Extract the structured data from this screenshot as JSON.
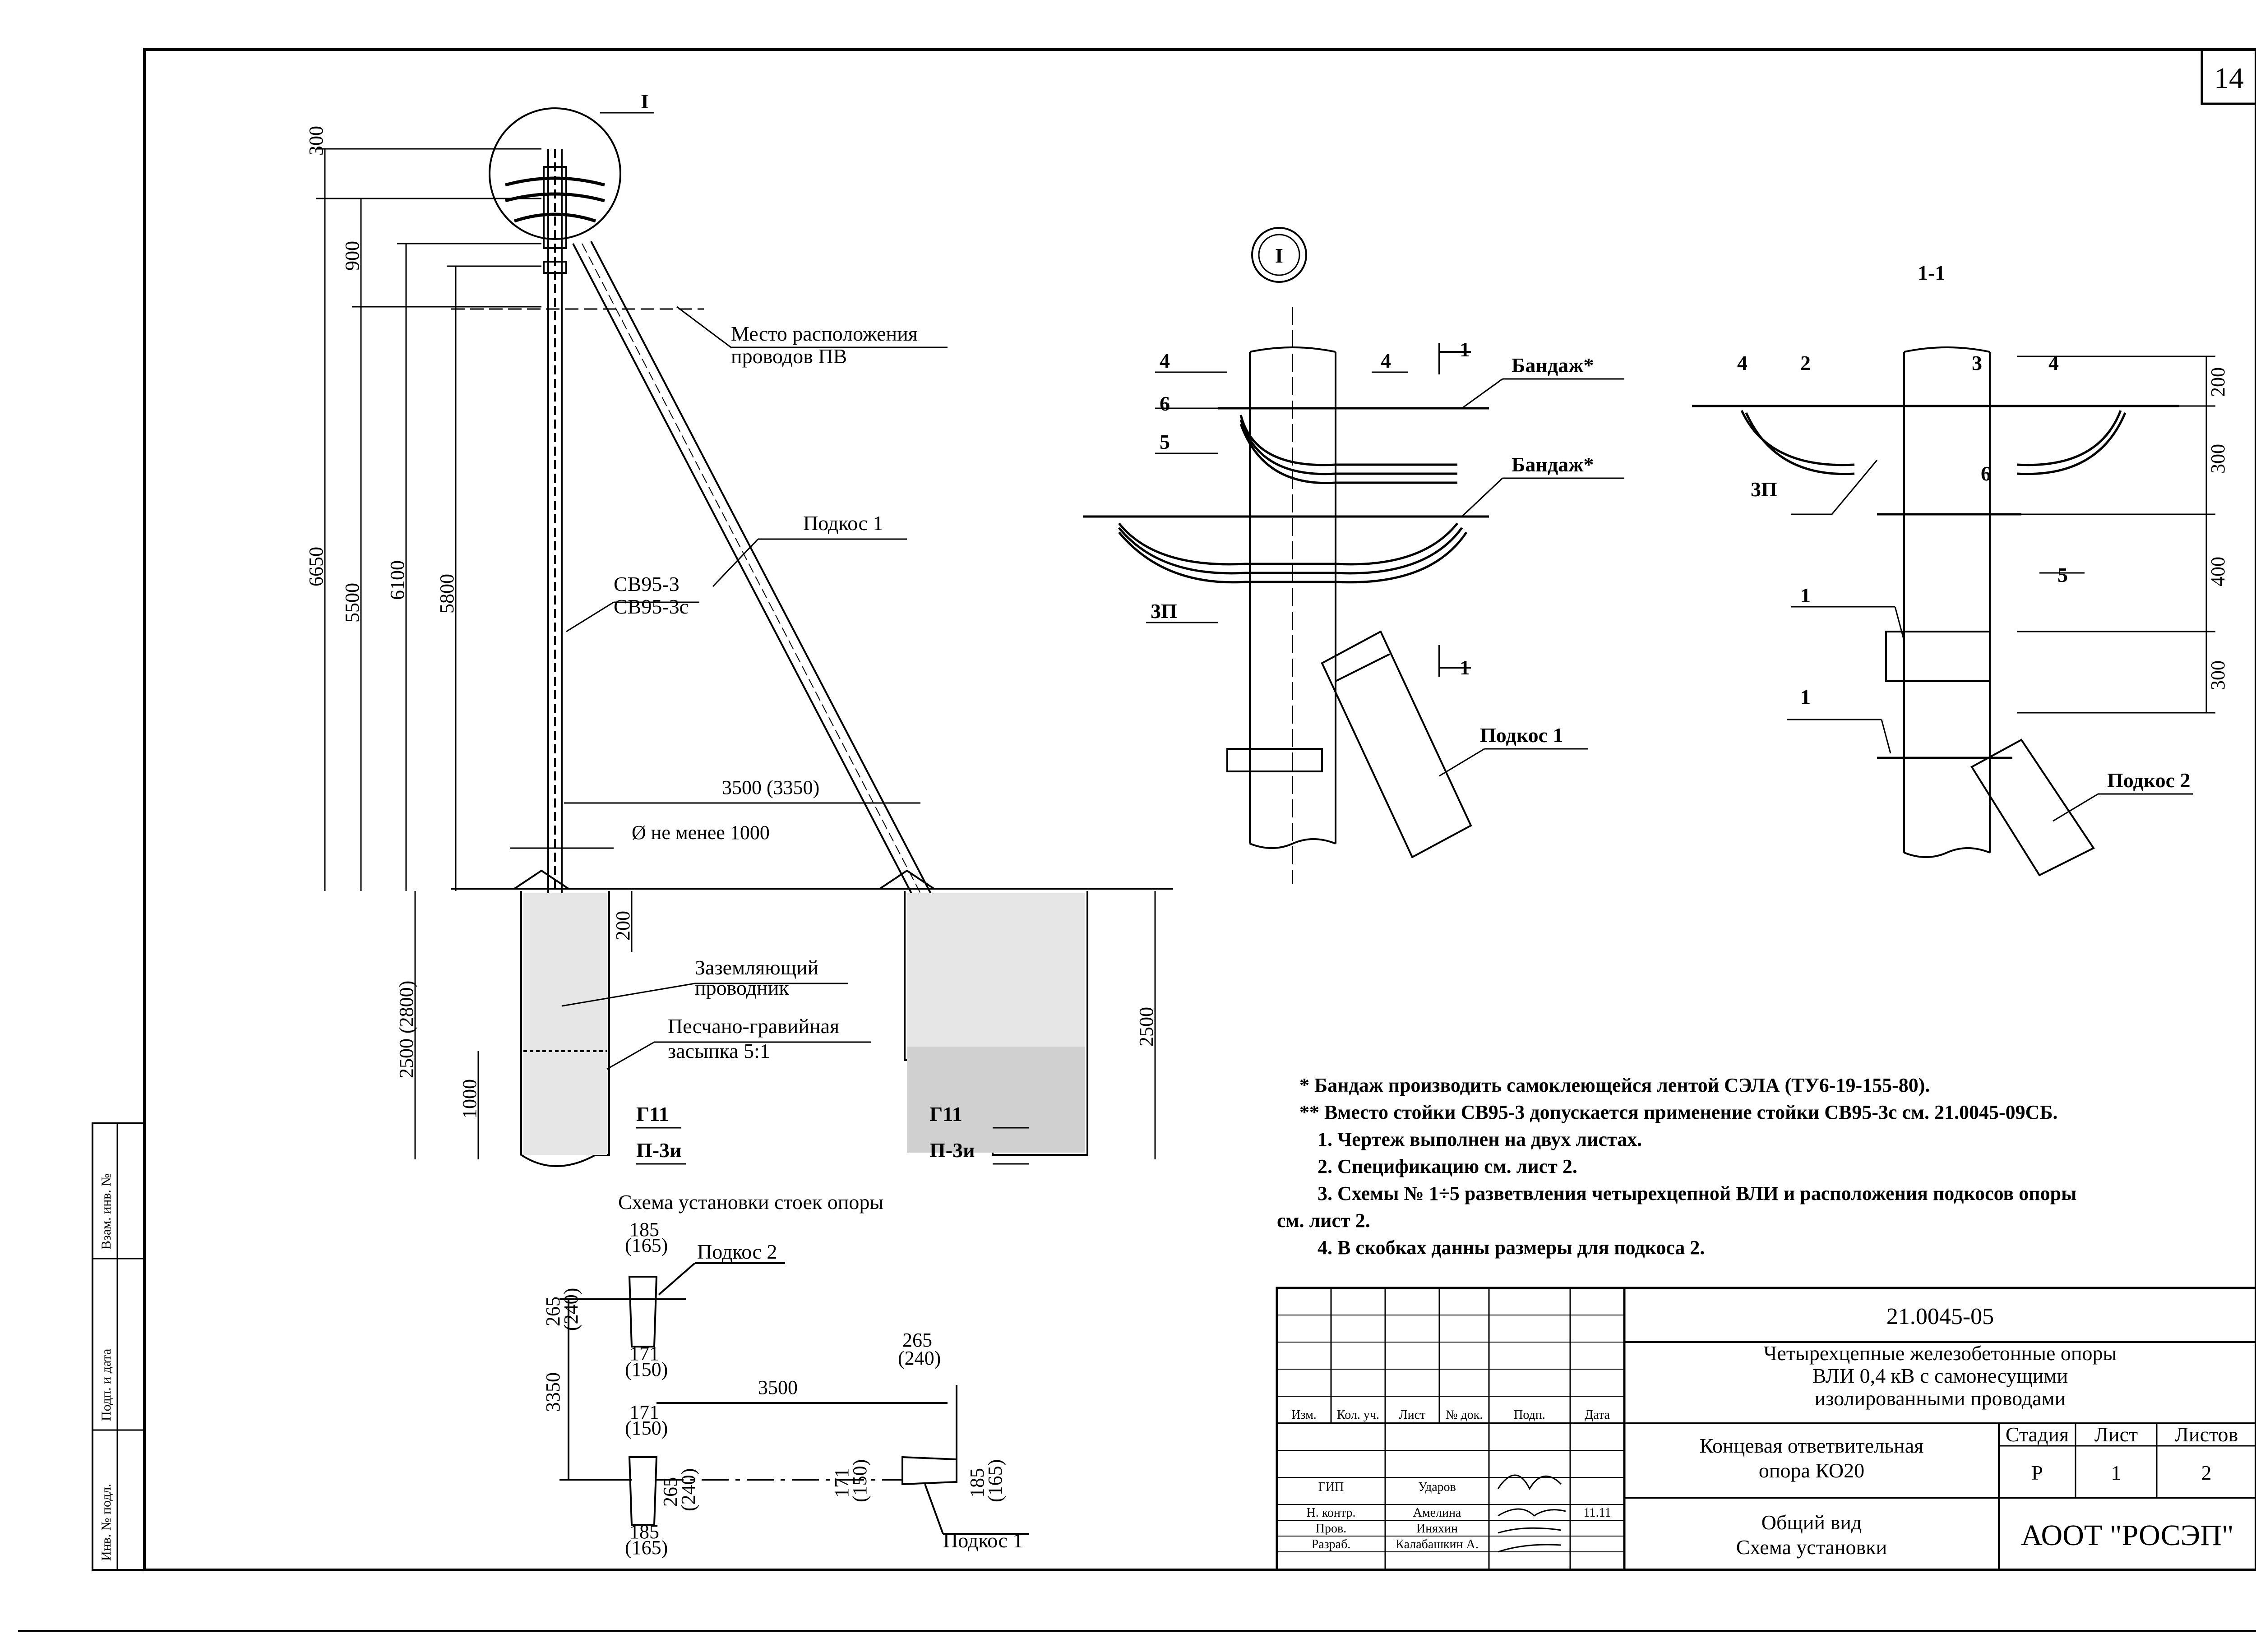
{
  "sheet_number": "14",
  "main_view": {
    "callout_circle": "I",
    "dims_vertical": [
      "300",
      "900",
      "6650",
      "5500",
      "6100",
      "5800",
      "200",
      "2500 (2800)",
      "1000",
      "2500"
    ],
    "dims_horizontal": [
      "3500 (3350)",
      "Ø не менее 1000"
    ],
    "labels": {
      "wires": [
        "Место расположения",
        "проводов ПВ"
      ],
      "strut": "Подкос 1",
      "post_a": "СВ95-3",
      "post_b": "СВ95-3с",
      "ground": [
        "Заземляющий",
        "проводник"
      ],
      "backfill": [
        "Песчано-гравийная",
        "засыпка 5:1"
      ],
      "g11_left": "Г11",
      "p3i_left": "П-3и",
      "g11_right": "Г11",
      "p3i_right": "П-3и"
    }
  },
  "detail_I": {
    "marker": "I",
    "labels": [
      "4",
      "4",
      "1",
      "Бандаж*",
      "6",
      "5",
      "Бандаж*",
      "3П",
      "1",
      "Подкос 1"
    ]
  },
  "section_1_1": {
    "title": "1-1",
    "labels": [
      "4",
      "2",
      "3",
      "4",
      "3П",
      "6",
      "5",
      "1",
      "1",
      "Подкос 2"
    ],
    "dims": [
      "200",
      "300",
      "400",
      "300"
    ]
  },
  "install_scheme": {
    "title": "Схема установки стоек опоры",
    "labels": [
      "185",
      "(165)",
      "Подкос 2",
      "265",
      "(240)",
      "171",
      "(150)",
      "3500",
      "265",
      "(240)",
      "3350",
      "171",
      "(150)",
      "265",
      "(240)",
      "171",
      "(150)",
      "185",
      "(165)",
      "185",
      "(165)",
      "Подкос 1"
    ]
  },
  "notes": [
    "* Бандаж производить самоклеющейся лентой СЭЛА (ТУ6-19-155-80).",
    "** Вместо стойки СВ95-3 допускается применение стойки СВ95-3с см. 21.0045-09СБ.",
    "1. Чертеж выполнен на двух листах.",
    "2. Спецификацию см. лист 2.",
    "3. Схемы № 1÷5 разветвления четырехцепной ВЛИ и расположения подкосов опоры",
    "см. лист 2.",
    "4. В скобках данны размеры для подкоса 2."
  ],
  "side_stamp": [
    "Инв. № подл.",
    "Подп. и дата",
    "Взам. инв. №"
  ],
  "title_block": {
    "doc_code": "21.0045-05",
    "project_title": [
      "Четырехцепные железобетонные опоры",
      "ВЛИ 0,4 кВ с самонесущими",
      "изолированными проводами"
    ],
    "sheet_title": [
      "Концевая ответвительная",
      "опора КО20"
    ],
    "drawing_title": [
      "Общий вид",
      "Схема установки"
    ],
    "col_headers": [
      "Изм.",
      "Кол. уч.",
      "Лист",
      "№ док.",
      "Подп.",
      "Дата"
    ],
    "stage_headers": [
      "Стадия",
      "Лист",
      "Листов"
    ],
    "stage_values": [
      "Р",
      "1",
      "2"
    ],
    "roles": [
      "ГИП",
      "Н. контр.",
      "Пров.",
      "Разраб."
    ],
    "names": [
      "Ударов",
      "Амелина",
      "Иняхин",
      "Калабашкин А."
    ],
    "date_note": "11.11",
    "org": "АООТ \"РОСЭП\""
  }
}
